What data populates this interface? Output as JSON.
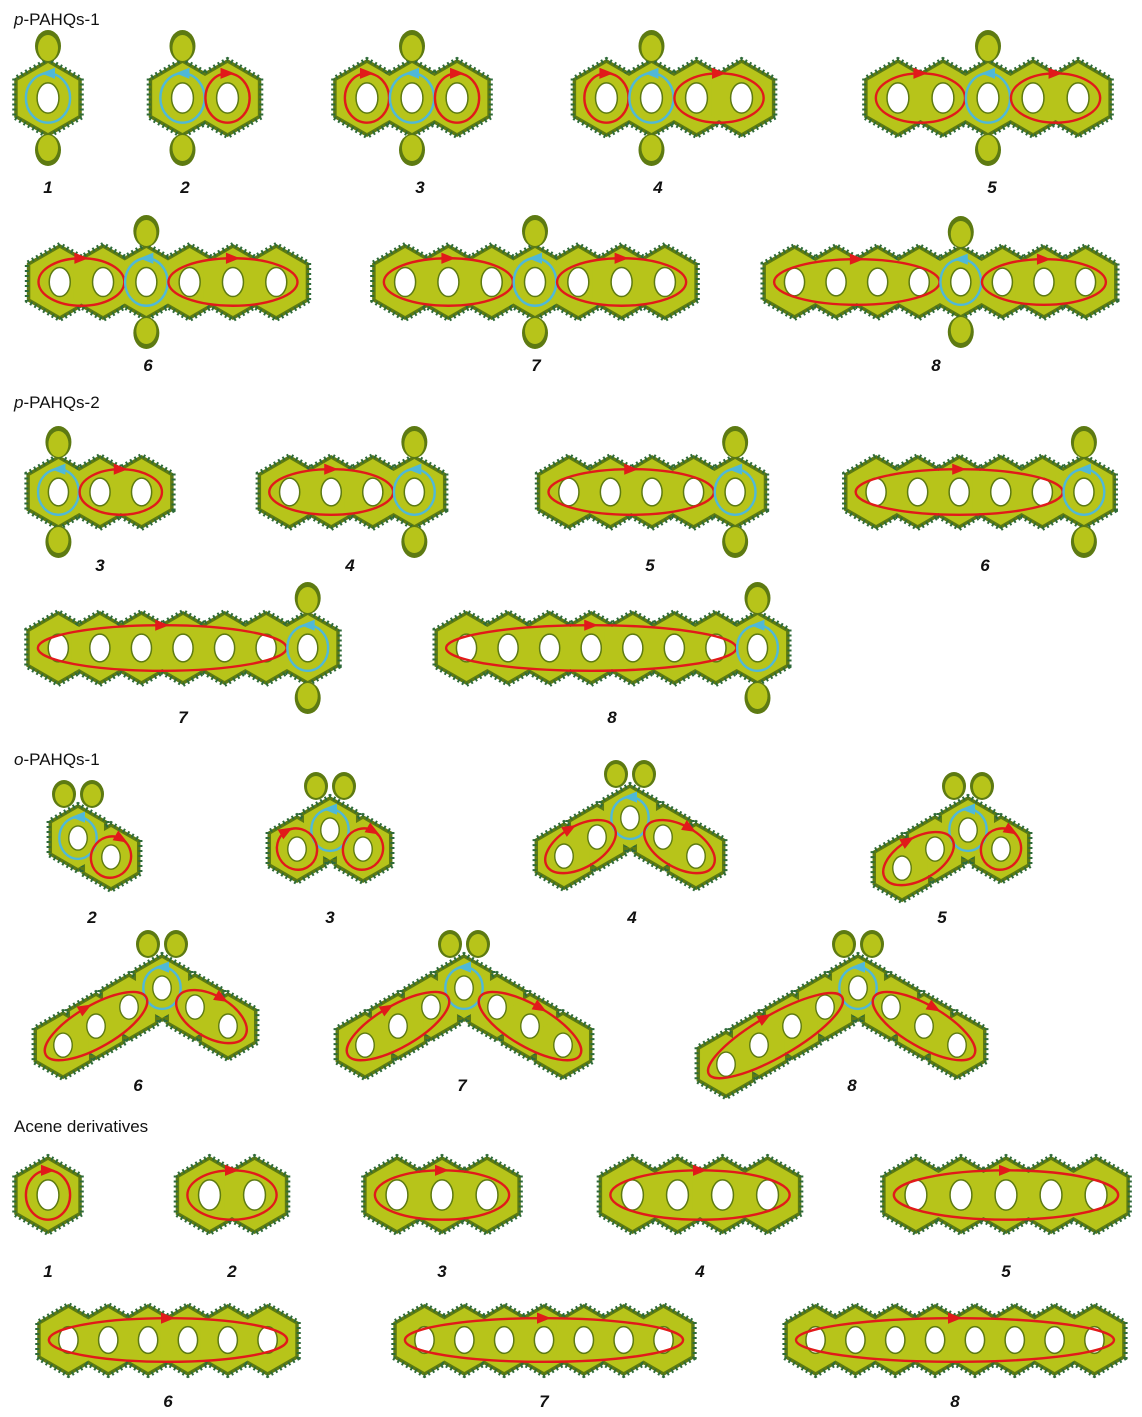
{
  "sections": [
    {
      "prefix": "p",
      "rest": "-PAHQs-1",
      "labels": [
        "1",
        "2",
        "3",
        "4",
        "5",
        "6",
        "7",
        "8"
      ]
    },
    {
      "prefix": "p",
      "rest": "-PAHQs-2",
      "labels": [
        "3",
        "4",
        "5",
        "6",
        "7",
        "8"
      ]
    },
    {
      "prefix": "o",
      "rest": "-PAHQs-1",
      "labels": [
        "2",
        "3",
        "4",
        "5",
        "6",
        "7",
        "8"
      ]
    },
    {
      "prefix": "",
      "rest": "Acene derivatives",
      "labels": [
        "1",
        "2",
        "3",
        "4",
        "5",
        "6",
        "7",
        "8"
      ]
    }
  ],
  "colors": {
    "body": "#b7c41a",
    "body_dark": "#5d7a12",
    "hair": "#2f6b3a",
    "ring_red": "#e11a1a",
    "ring_cyan": "#4fb8d8",
    "hole": "#ffffff"
  }
}
